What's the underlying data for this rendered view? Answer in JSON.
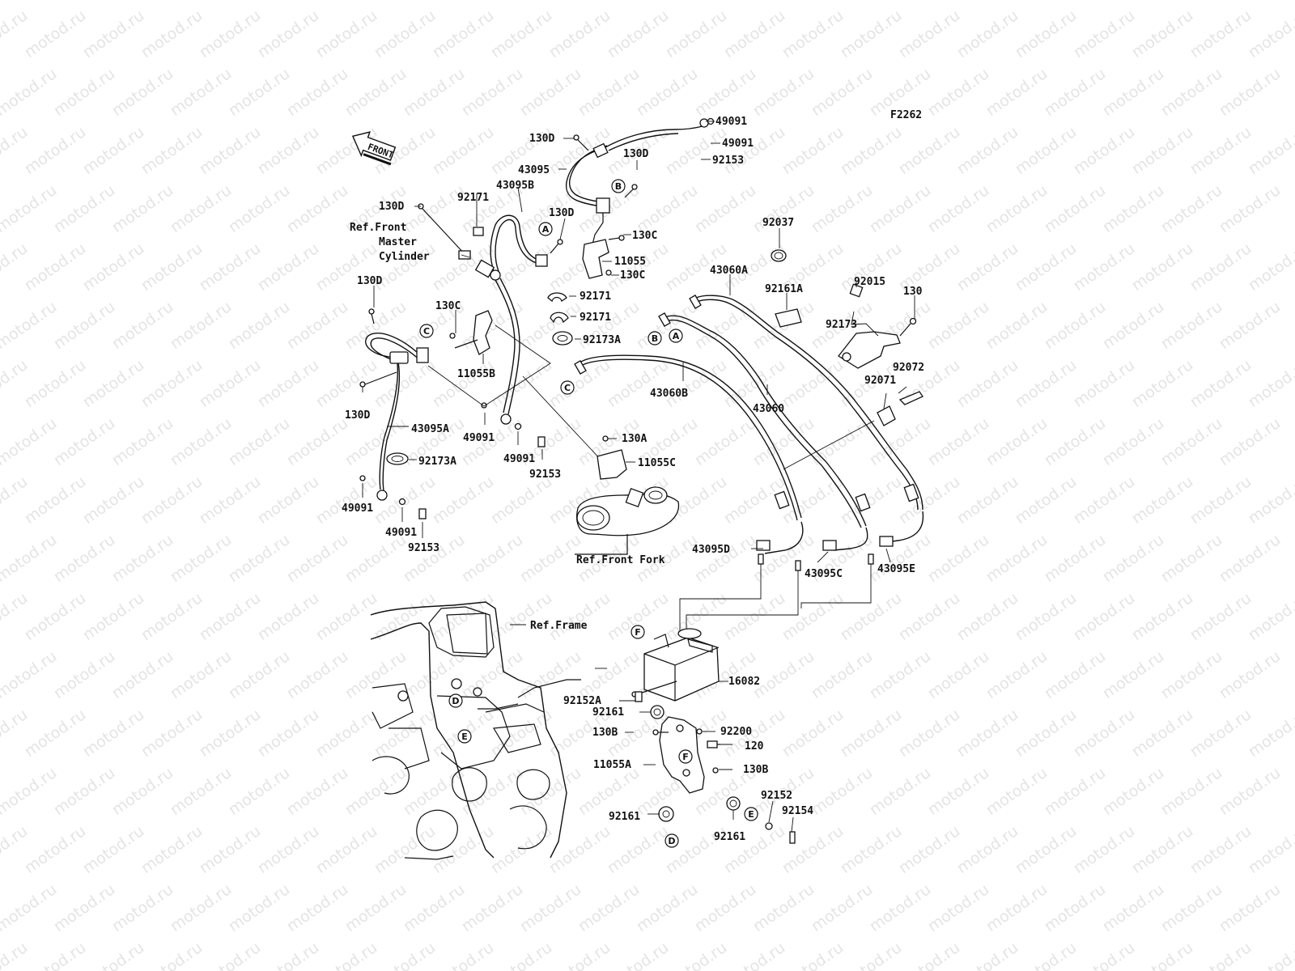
{
  "watermark": "motod.ru",
  "diagram_code": "F2262",
  "front_arrow_label": "FRONT",
  "labels": {
    "l_130d_top": "130D",
    "l_49091_a": "49091",
    "l_49091_b": "49091",
    "l_92153_top": "92153",
    "l_130d_b": "130D",
    "l_43095": "43095",
    "l_130d_left": "130D",
    "l_92171_top": "92171",
    "l_43095b": "43095B",
    "l_130d_c": "130D",
    "ref_master_1": "Ref.Front",
    "ref_master_2": "Master",
    "ref_master_3": "Cylinder",
    "l_130c_a": "130C",
    "l_11055": "11055",
    "l_130c_b": "130C",
    "l_92037": "92037",
    "l_43060a": "43060A",
    "l_92161a": "92161A",
    "l_92015": "92015",
    "l_130": "130",
    "l_92173": "92173",
    "l_130d_mid": "130D",
    "l_130c_c": "130C",
    "l_92171_b": "92171",
    "l_92171_c": "92171",
    "l_92173a": "92173A",
    "l_11055b": "11055B",
    "l_43060b": "43060B",
    "l_43060": "43060",
    "l_92072": "92072",
    "l_92071": "92071",
    "l_130d_low": "130D",
    "l_43095a": "43095A",
    "l_49091_c": "49091",
    "l_49091_d": "49091",
    "l_92153_mid": "92153",
    "l_130a": "130A",
    "l_11055c": "11055C",
    "l_92173a_b": "92173A",
    "l_49091_e": "49091",
    "l_49091_f": "49091",
    "l_92153_low": "92153",
    "ref_fork": "Ref.Front Fork",
    "l_43095d": "43095D",
    "l_43095c": "43095C",
    "l_43095e": "43095E",
    "ref_frame": "Ref.Frame",
    "l_16082": "16082",
    "l_92152a": "92152A",
    "l_92161_a": "92161",
    "l_130b_a": "130B",
    "l_92200": "92200",
    "l_120": "120",
    "l_11055a": "11055A",
    "l_130b_b": "130B",
    "l_92152": "92152",
    "l_92154": "92154",
    "l_92161_b": "92161",
    "l_92161_c": "92161"
  },
  "circle_refs": {
    "c_a1": "A",
    "c_b1": "B",
    "c_c1": "C",
    "c_b2": "B",
    "c_a2": "A",
    "c_c2": "C",
    "c_f1": "F",
    "c_d1": "D",
    "c_e1": "E",
    "c_f2": "F",
    "c_e2": "E",
    "c_d2": "D"
  }
}
